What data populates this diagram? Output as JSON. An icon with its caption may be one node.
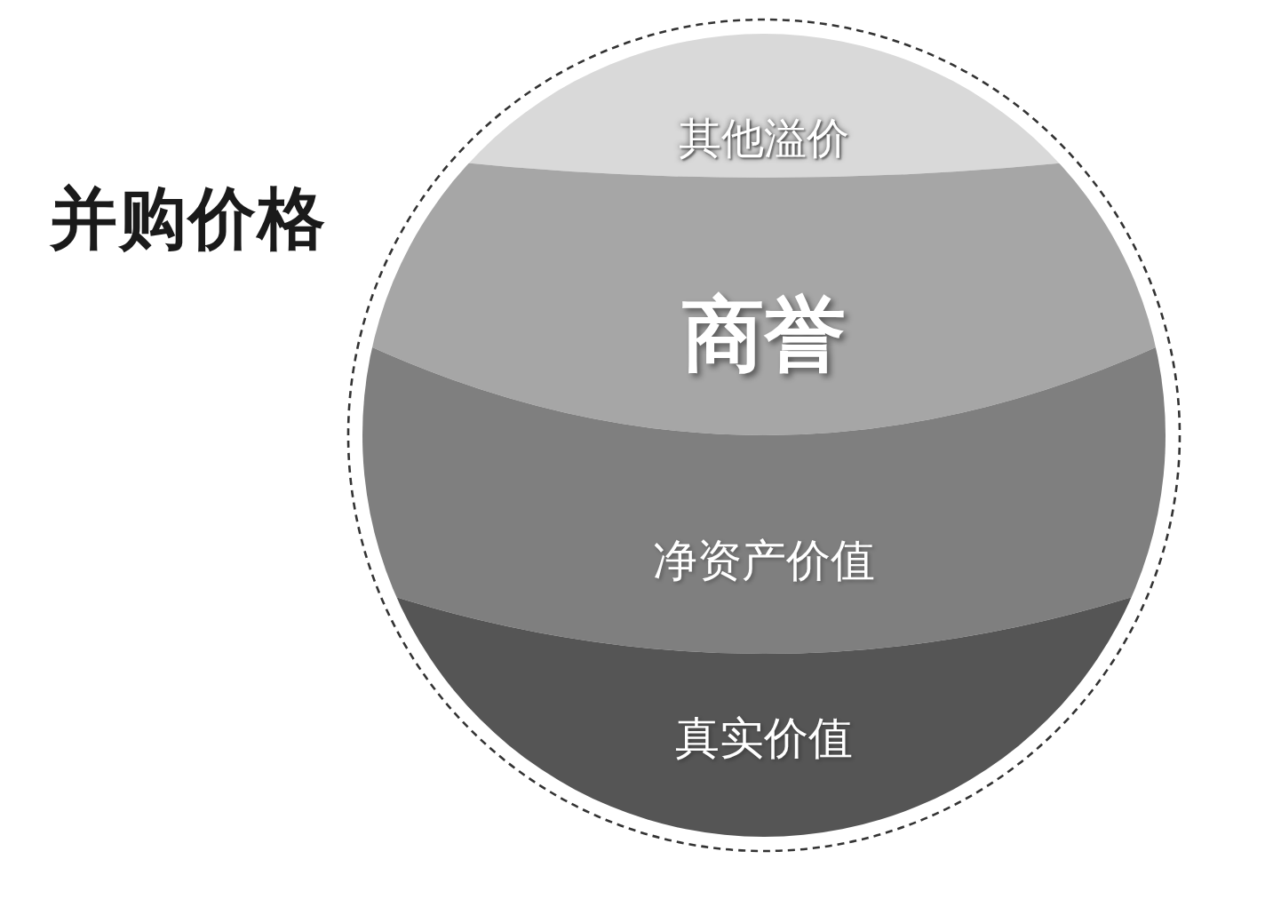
{
  "diagram": {
    "title": "并购价格",
    "nodes": [
      {
        "text": [
          "其他溢价"
        ]
      },
      {
        "text": [
          "商誉"
        ]
      },
      {
        "text": [
          "净资产价值"
        ]
      },
      {
        "text": [
          "真实价值"
        ]
      }
    ]
  }
}
